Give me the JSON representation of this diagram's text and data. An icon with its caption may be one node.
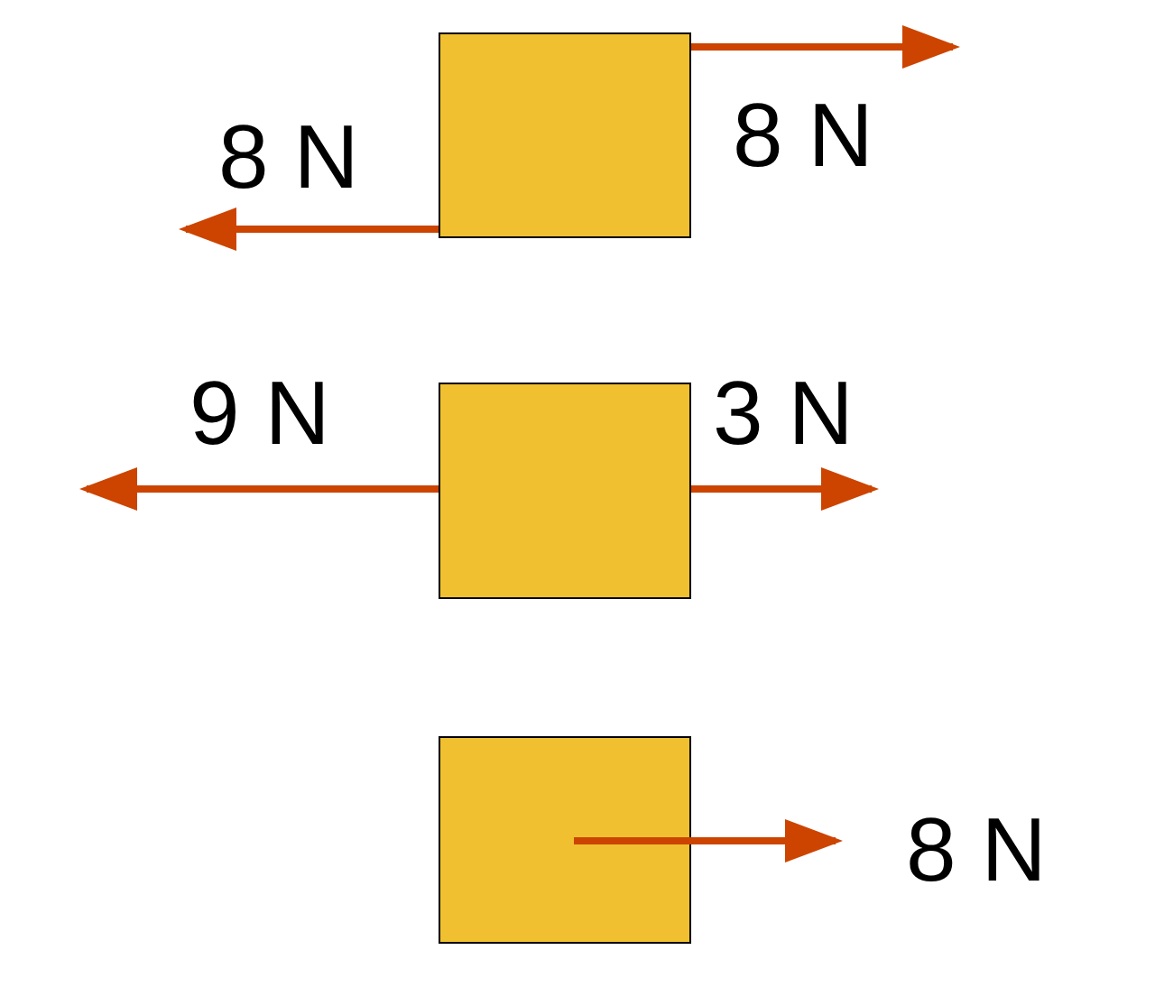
{
  "diagram": {
    "nodes": [
      {
        "text": [],
        "shape": "box"
      },
      {
        "text": [],
        "shape": "box"
      },
      {
        "text": [],
        "shape": "box"
      }
    ],
    "labels": [
      "8 N",
      "8 N",
      "9 N",
      "3 N",
      "8 N"
    ]
  }
}
